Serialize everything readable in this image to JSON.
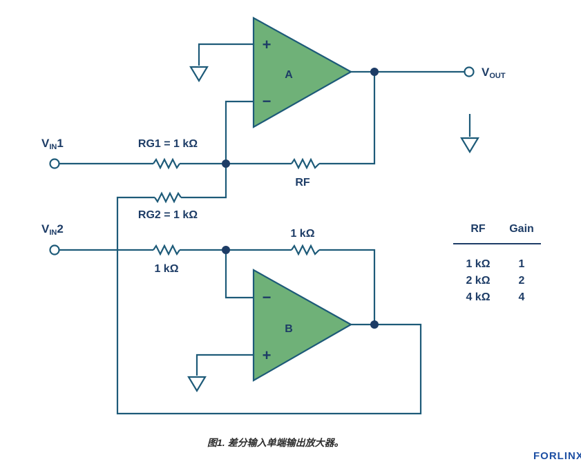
{
  "colors": {
    "wire": "#1d5a78",
    "opamp_fill": "#6fb178",
    "label": "#1d3c66",
    "logo": "#1d4fa3"
  },
  "diagram": {
    "opamp_a": {
      "label": "A",
      "plus": "+",
      "minus": "−"
    },
    "opamp_b": {
      "label": "B",
      "plus": "+",
      "minus": "−"
    },
    "vout": {
      "main": "V",
      "sub": "OUT"
    },
    "vin1": {
      "main": "V",
      "sub": "IN",
      "suffix": "1"
    },
    "vin2": {
      "main": "V",
      "sub": "IN",
      "suffix": "2"
    },
    "rg1_label": "RG1 = 1 kΩ",
    "rf_label": "RF",
    "rg2_label": "RG2 = 1 kΩ",
    "r_top_b_label": "1 kΩ",
    "r_in_b_label": "1 kΩ"
  },
  "table": {
    "headers": [
      "RF",
      "Gain"
    ],
    "rows": [
      [
        "1 kΩ",
        "1"
      ],
      [
        "2 kΩ",
        "2"
      ],
      [
        "4 kΩ",
        "4"
      ]
    ]
  },
  "caption": "图1. 差分输入单端输出放大器。",
  "logo_text": "FORLINX"
}
